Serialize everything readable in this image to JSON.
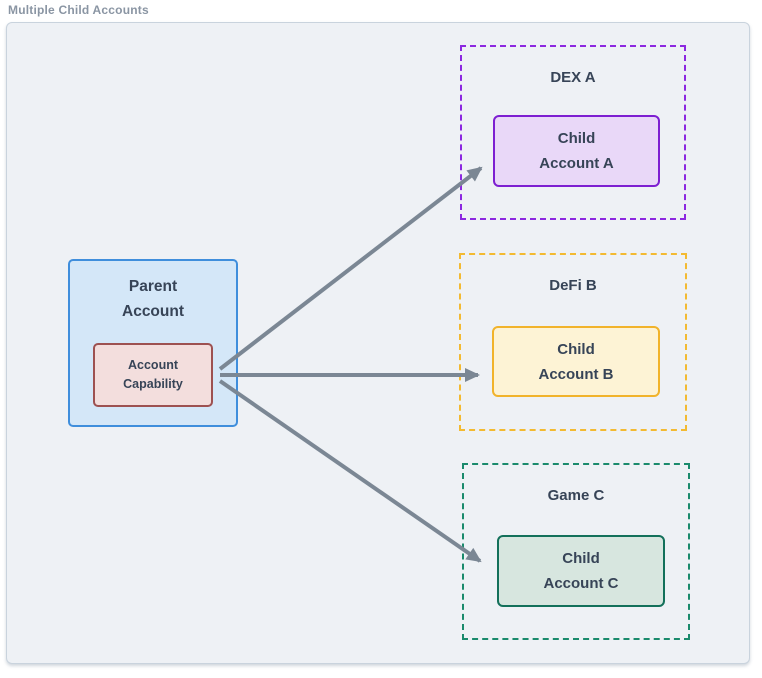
{
  "title": "Multiple Child Accounts",
  "colors": {
    "page-bg": "#ffffff",
    "frame-fill": "#eef1f5",
    "frame-border": "#c9d3dd",
    "title-text": "#8a95a3",
    "node-text": "#374457",
    "parent-fill": "#d4e7f8",
    "parent-border": "#3f8edc",
    "capability-fill": "#f3dedd",
    "capability-border": "#9d5151",
    "child-a-fill": "#e9d8f8",
    "child-a-border": "#7d1fd1",
    "group-a-border": "#8c28e0",
    "child-b-fill": "#fdf3d5",
    "child-b-border": "#f1b32b",
    "group-b-border": "#f3ba31",
    "child-c-fill": "#d7e6df",
    "child-c-border": "#13705a",
    "group-c-border": "#1a8a6c",
    "arrow": "#7b8794"
  },
  "parent": {
    "label_line1": "Parent",
    "label_line2": "Account",
    "capability_line1": "Account",
    "capability_line2": "Capability"
  },
  "groups": [
    {
      "label": "DEX A",
      "child_line1": "Child",
      "child_line2": "Account A"
    },
    {
      "label": "DeFi B",
      "child_line1": "Child",
      "child_line2": "Account B"
    },
    {
      "label": "Game C",
      "child_line1": "Child",
      "child_line2": "Account C"
    }
  ]
}
